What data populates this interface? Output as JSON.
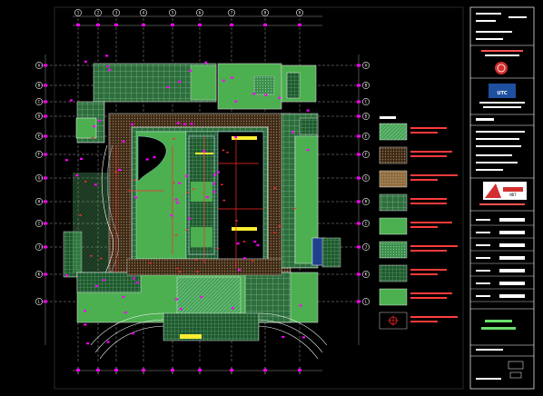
{
  "drawing": {
    "grid_columns": [
      "1",
      "2",
      "3",
      "4",
      "5",
      "6",
      "7",
      "8",
      "9"
    ],
    "grid_rows": [
      "A",
      "B",
      "C",
      "D",
      "E",
      "F",
      "G",
      "H",
      "I",
      "J",
      "K",
      "L"
    ],
    "colors": {
      "background": "#000000",
      "hatch_green": "#3f9a4d",
      "solid_green": "#4caf50",
      "brown_hatch": "#7a5a3a",
      "grid_cyan": "#9ad0e0",
      "magenta": "#ff00ff",
      "red": "#ff2a2a",
      "yellow": "#ffee33",
      "white": "#ffffff",
      "gray_grid": "#7fbfa5"
    }
  },
  "legend": {
    "swatches": [
      {
        "pattern": "hatch-light-green",
        "color": "#47a85c"
      },
      {
        "pattern": "brown-dots",
        "color": "#6e4b2b"
      },
      {
        "pattern": "sand-dots",
        "color": "#b38c57"
      },
      {
        "pattern": "green-grid",
        "color": "#3c8e4b"
      },
      {
        "pattern": "solid-green",
        "color": "#4caf50"
      },
      {
        "pattern": "green-dots",
        "color": "#4aa45a"
      },
      {
        "pattern": "green-squares",
        "color": "#2f7f3f"
      },
      {
        "pattern": "solid-green-2",
        "color": "#4caf50"
      },
      {
        "pattern": "red-symbol",
        "color": "#ff2a2a"
      }
    ]
  },
  "title_block": {
    "logo_text": "UTC",
    "badge_text": "NDT"
  }
}
